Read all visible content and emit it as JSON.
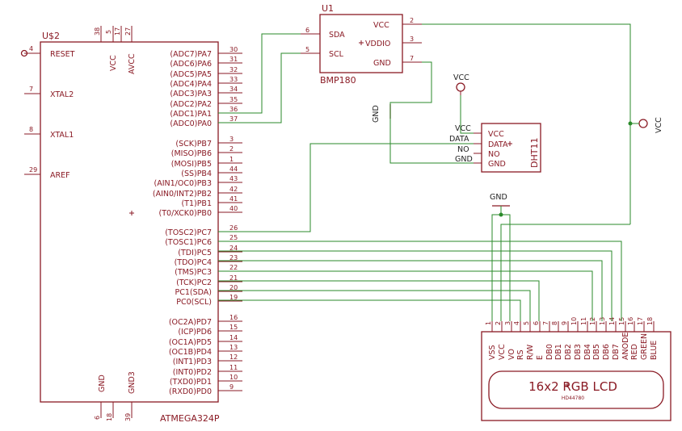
{
  "mcu": {
    "ref": "U$2",
    "part": "ATMEGA324P",
    "left_pins": [
      {
        "label": "RESET",
        "num": "4"
      },
      {
        "label": "XTAL2",
        "num": "7"
      },
      {
        "label": "XTAL1",
        "num": "8"
      },
      {
        "label": "AREF",
        "num": "29"
      }
    ],
    "right_pins": [
      {
        "label": "(ADC7)PA7",
        "num": "30"
      },
      {
        "label": "(ADC6)PA6",
        "num": "31"
      },
      {
        "label": "(ADC5)PA5",
        "num": "32"
      },
      {
        "label": "(ADC4)PA4",
        "num": "33"
      },
      {
        "label": "(ADC3)PA3",
        "num": "34"
      },
      {
        "label": "(ADC2)PA2",
        "num": "35"
      },
      {
        "label": "(ADC1)PA1",
        "num": "36"
      },
      {
        "label": "(ADC0)PA0",
        "num": "37"
      },
      {
        "label": "(SCK)PB7",
        "num": "3"
      },
      {
        "label": "(MISO)PB6",
        "num": "2"
      },
      {
        "label": "(MOSI)PB5",
        "num": "1"
      },
      {
        "label": "(SS)PB4",
        "num": "44"
      },
      {
        "label": "(AIN1/OC0)PB3",
        "num": "43"
      },
      {
        "label": "(AIN0/INT2)PB2",
        "num": "42"
      },
      {
        "label": "(T1)PB1",
        "num": "41"
      },
      {
        "label": "(T0/XCK0)PB0",
        "num": "40"
      },
      {
        "label": "(TOSC2)PC7",
        "num": "26"
      },
      {
        "label": "(TOSC1)PC6",
        "num": "25"
      },
      {
        "label": "(TDI)PC5",
        "num": "24"
      },
      {
        "label": "(TDO)PC4",
        "num": "23"
      },
      {
        "label": "(TMS)PC3",
        "num": "22"
      },
      {
        "label": "(TCK)PC2",
        "num": "21"
      },
      {
        "label": "PC1(SDA)",
        "num": "20"
      },
      {
        "label": "PC0(SCL)",
        "num": "19"
      },
      {
        "label": "(OC2A)PD7",
        "num": "16"
      },
      {
        "label": "(ICP)PD6",
        "num": "15"
      },
      {
        "label": "(OC1A)PD5",
        "num": "14"
      },
      {
        "label": "(OC1B)PD4",
        "num": "13"
      },
      {
        "label": "(INT1)PD3",
        "num": "12"
      },
      {
        "label": "(INT0)PD2",
        "num": "11"
      },
      {
        "label": "(TXD0)PD1",
        "num": "10"
      },
      {
        "label": "(RXD0)PD0",
        "num": "9"
      }
    ],
    "top_pins": [
      {
        "label": "VCC",
        "nums": [
          "38",
          "5",
          "17"
        ]
      },
      {
        "label": "AVCC",
        "nums": [
          "27"
        ]
      }
    ],
    "bottom_pins": [
      {
        "label": "GND",
        "nums": [
          "6",
          "18"
        ]
      },
      {
        "label": "GND3",
        "nums": [
          "39"
        ]
      }
    ]
  },
  "bmp180": {
    "ref": "U1",
    "part": "BMP180",
    "left_pins": [
      {
        "label": "SDA",
        "num": "6"
      },
      {
        "label": "SCL",
        "num": "5"
      }
    ],
    "right_pins": [
      {
        "label": "VCC",
        "num": "2"
      },
      {
        "label": "VDDIO",
        "num": "3"
      },
      {
        "label": "GND",
        "num": "7"
      }
    ]
  },
  "dht11": {
    "part": "DHT11",
    "pins": [
      {
        "label": "VCC"
      },
      {
        "label": "DATA"
      },
      {
        "label": "NO"
      },
      {
        "label": "GND"
      }
    ],
    "nets": [
      {
        "label": "VCC"
      },
      {
        "label": "DATA"
      },
      {
        "label": "NO"
      },
      {
        "label": "GND"
      }
    ]
  },
  "lcd": {
    "title": "16x2 RGB LCD",
    "subtitle": "HD44780",
    "pins": [
      {
        "label": "VSS",
        "num": "1"
      },
      {
        "label": "VCC",
        "num": "2"
      },
      {
        "label": "VO",
        "num": "3"
      },
      {
        "label": "RS",
        "num": "4"
      },
      {
        "label": "R/W",
        "num": "5"
      },
      {
        "label": "E",
        "num": "6"
      },
      {
        "label": "DB0",
        "num": "7"
      },
      {
        "label": "DB1",
        "num": "8"
      },
      {
        "label": "DB2",
        "num": "9"
      },
      {
        "label": "DB3",
        "num": "10"
      },
      {
        "label": "DB4",
        "num": "11"
      },
      {
        "label": "DB5",
        "num": "12"
      },
      {
        "label": "DB6",
        "num": "13"
      },
      {
        "label": "DB7",
        "num": "14"
      },
      {
        "label": "ANODE",
        "num": "15"
      },
      {
        "label": "RED",
        "num": "16"
      },
      {
        "label": "GREEN",
        "num": "17"
      },
      {
        "label": "BLUE",
        "num": "18"
      }
    ]
  },
  "supplies": {
    "vcc_top": "VCC",
    "vcc_right": "VCC",
    "gnd_bmp": "GND",
    "gnd_lcd": "GND"
  },
  "colors": {
    "part": "#8a1a24",
    "wire": "#2a8a2a"
  }
}
